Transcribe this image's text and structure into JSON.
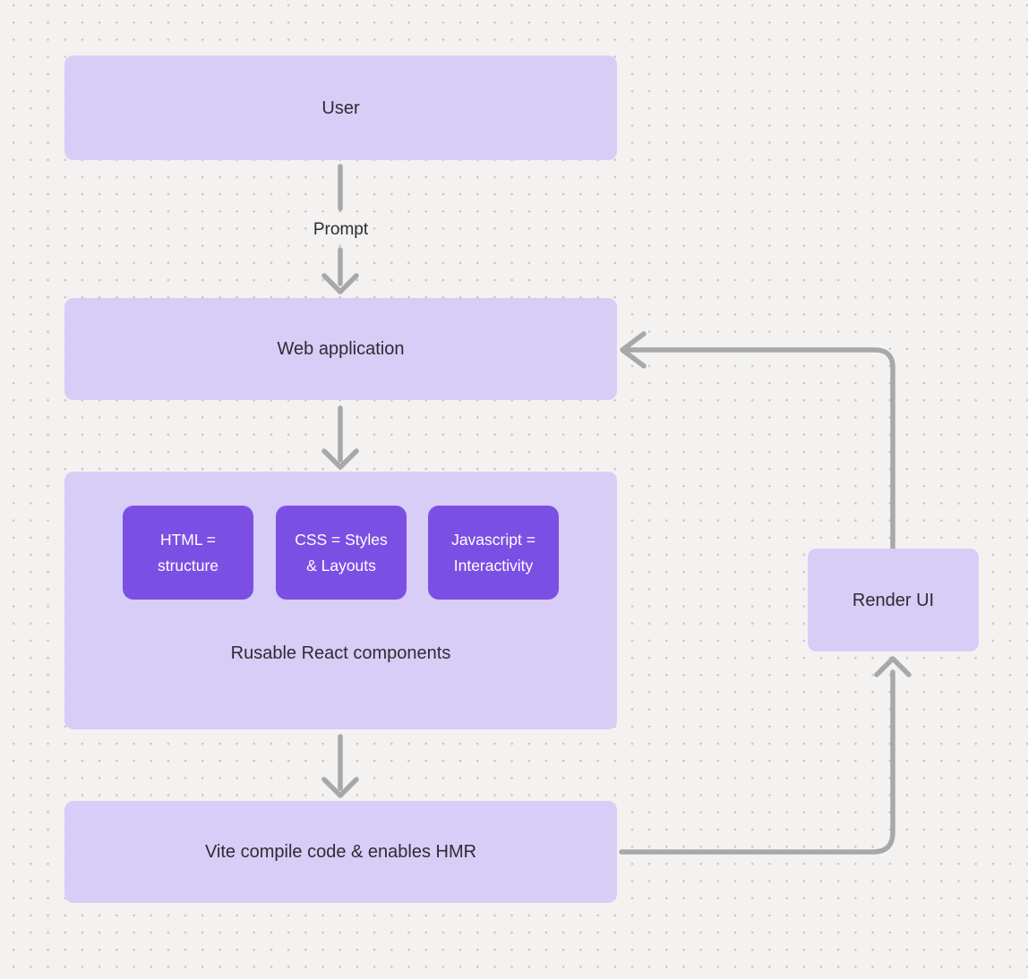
{
  "colors": {
    "background": "#f3f2f1",
    "grid_dot": "#c7c5c3",
    "node_fill": "#d7cdf6",
    "chip_fill": "#7c4fe4",
    "node_text": "#2c2c32",
    "chip_text": "#ffffff",
    "arrow": "#a8a8a8"
  },
  "nodes": {
    "user": {
      "label": "User"
    },
    "web_application": {
      "label": "Web application"
    },
    "components": {
      "chips": [
        {
          "label": "HTML =\nstructure"
        },
        {
          "label": "CSS = Styles\n& Layouts"
        },
        {
          "label": "Javascript =\nInteractivity"
        }
      ],
      "caption": "Rusable React components"
    },
    "vite": {
      "label": "Vite compile code & enables HMR"
    },
    "render_ui": {
      "label": "Render UI"
    }
  },
  "edges": {
    "prompt_label": "Prompt"
  }
}
